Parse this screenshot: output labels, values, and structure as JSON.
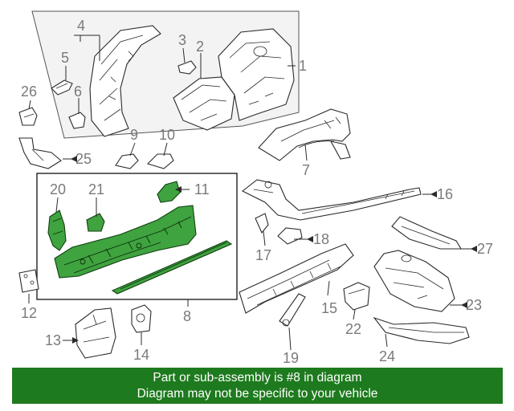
{
  "callouts": {
    "c1": "1",
    "c2": "2",
    "c3": "3",
    "c4": "4",
    "c5": "5",
    "c6": "6",
    "c7": "7",
    "c8": "8",
    "c9": "9",
    "c10": "10",
    "c11": "11",
    "c12": "12",
    "c13": "13",
    "c14": "14",
    "c15": "15",
    "c16": "16",
    "c17": "17",
    "c18": "18",
    "c19": "19",
    "c20": "20",
    "c21": "21",
    "c22": "22",
    "c23": "23",
    "c24": "24",
    "c25": "25",
    "c26": "26",
    "c27": "27"
  },
  "banner": {
    "line1": "Part or sub-assembly is #8 in diagram",
    "line2": "Diagram may not be specific to your vehicle"
  },
  "colors": {
    "highlight": "#3fa33f",
    "banner": "#1e7a1e",
    "callout_text": "#7a7a7a"
  }
}
